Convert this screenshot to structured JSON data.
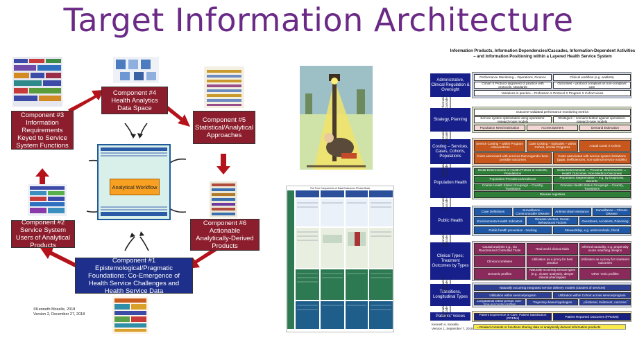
{
  "title": "Target Information Architecture",
  "components": {
    "c1": {
      "label": "Component #1",
      "text": "Epistemological/Pragmatic Foundations: Co-Emergence of Health Service Challenges and Health Service Data"
    },
    "c2": {
      "label": "Component #2",
      "text": "Service System Users of Analytical Products"
    },
    "c3": {
      "label": "Component #3",
      "text": "Information Requirements Keyed to Service System Functions"
    },
    "c4": {
      "label": "Component #4",
      "text": "Health Analytics Data Space"
    },
    "c5": {
      "label": "Component #5",
      "text": "Statistical/Analytical Approaches"
    },
    "c6": {
      "label": "Component #6",
      "text": "Actionable Analytically-Derived Products"
    }
  },
  "center": {
    "workflow": "Analytical Workflow"
  },
  "credit": {
    "line1": "©Kenneth Moselle, 2018",
    "line2": "Version 2, December 27, 2018"
  },
  "right_panel": {
    "title": "Information Products, Information Dependencies/Cascades, Information-Dependent Activities – and Information Positioning within a Layered Health Service System",
    "tiers": [
      {
        "label": "Administrative, Clinical Regulation & Oversight",
        "color": "#1a2080",
        "cells": [
          "Performance Monitoring – Operations, Finance",
          "Clinical workflow (e.g. waitlists)",
          "Cohort X Protocol alignment of practice with protocols, standards",
          "Outcomes – protocol compliant vs non-compliant care",
          "Variations in practice – Profession X Protocol X Program X Cohort views"
        ]
      },
      {
        "label": "Strategy, Planning",
        "color": "#1a2080",
        "cells": [
          "Outcome-validated performance monitoring metrics",
          "Service system optimization using operations-research-type models",
          "Strategies – scenario-tested against operations-research-type models",
          "Population Need Estimation",
          "Access Barriers",
          "Demand Estimation"
        ]
      },
      {
        "label": "Costing – Services, Cases, Cohorts, Populations",
        "color": "#1a2080",
        "cells": [
          "Service Costing – within Program - Interventions",
          "Case Costing – Episodes – within Cohort, across Programs",
          "Actual Costs X Cohort",
          "Costs associated with services that engender best-possible outcomes",
          "Costs associated with service system limitations (gaps, inefficiencies, non-optimal service models)"
        ]
      },
      {
        "label": "Population Health",
        "color": "#1a2080",
        "cells": [
          "Distal Determinants of Health Profiles of Cohorts, Populations",
          "Distal Determinants ↔ Proximal Determinants ↔ Health Outcomes, Non-Medical Outcomes",
          "Population Prevalence/Incidence",
          "Population Segmentation – e.g. by Diagnosis, Severity",
          "Coarse Health Status Groupings – Country, Transitions",
          "Granular Health Status Groupings – Country, Transitions",
          "Disease registries"
        ]
      },
      {
        "label": "Public Health",
        "color": "#1a2080",
        "cells": [
          "Case Definitions",
          "Surveillance – Communicable Disease",
          "Antimicrobial resistance",
          "Surveillance – Chronic Disease",
          "Environmental Health Indicators",
          "Disease Vectors, Social-Behavioural Factors",
          "Overdoses, Accidents, Poisoning",
          "Public health prevention - tracking",
          "Stewardship, e.g. antimicrobials, blood"
        ]
      },
      {
        "label": "Clinical Types; Treatment Outcomes by Types",
        "color": "#1a2080",
        "cells": [
          "Causal analysis e.g., via Randomized Controlled Trials",
          "Real world clinical trials",
          "Inferred causality, e.g. propensity score matching designs",
          "Clinical correlates",
          "Utilization as a proxy for best practice",
          "Utilization as a proxy for treatment outcomes",
          "Genomic profiles",
          "Naturally-occurring clinical types (e.g., cluster analysis), deeper clinical phenotypes",
          "Other 'omic profiles"
        ]
      },
      {
        "label": "Transitions, Longitudinal Types",
        "color": "#1a2080",
        "cells": [
          "Naturally occurring integrated service delivery models (clusters of services)",
          "Utilization within service/program",
          "Utilization within Cohort across service/program",
          "Longitudinal within-person over-time encounter profiles",
          "Trajectory-based typologies",
          "Segmented trajectories reflecting positional, treatment, outcome phases"
        ]
      },
      {
        "label": "Patients' Voices",
        "color": "#1a2080",
        "cells": [
          "Patient Experience of Care, Patient Satisfaction (PREMs)",
          "Patient Reported Outcomes (PROMs)"
        ]
      }
    ],
    "cascade_label": "Information Cascade",
    "legend": "= Related contents or functions sharing data or analytically derived information products",
    "credit": {
      "line1": "Kenneth A. Moselle,",
      "line2": "Version 1, September 7, 2018"
    }
  },
  "middle_panel": {
    "title": "The Four Components of Data Endeavour Phrase Book"
  },
  "colors": {
    "title": "#6a2a86",
    "component": "#8b1d2c",
    "foundation": "#1d2f8a",
    "arrow": "#b01f24",
    "tier": "#1a2080"
  }
}
